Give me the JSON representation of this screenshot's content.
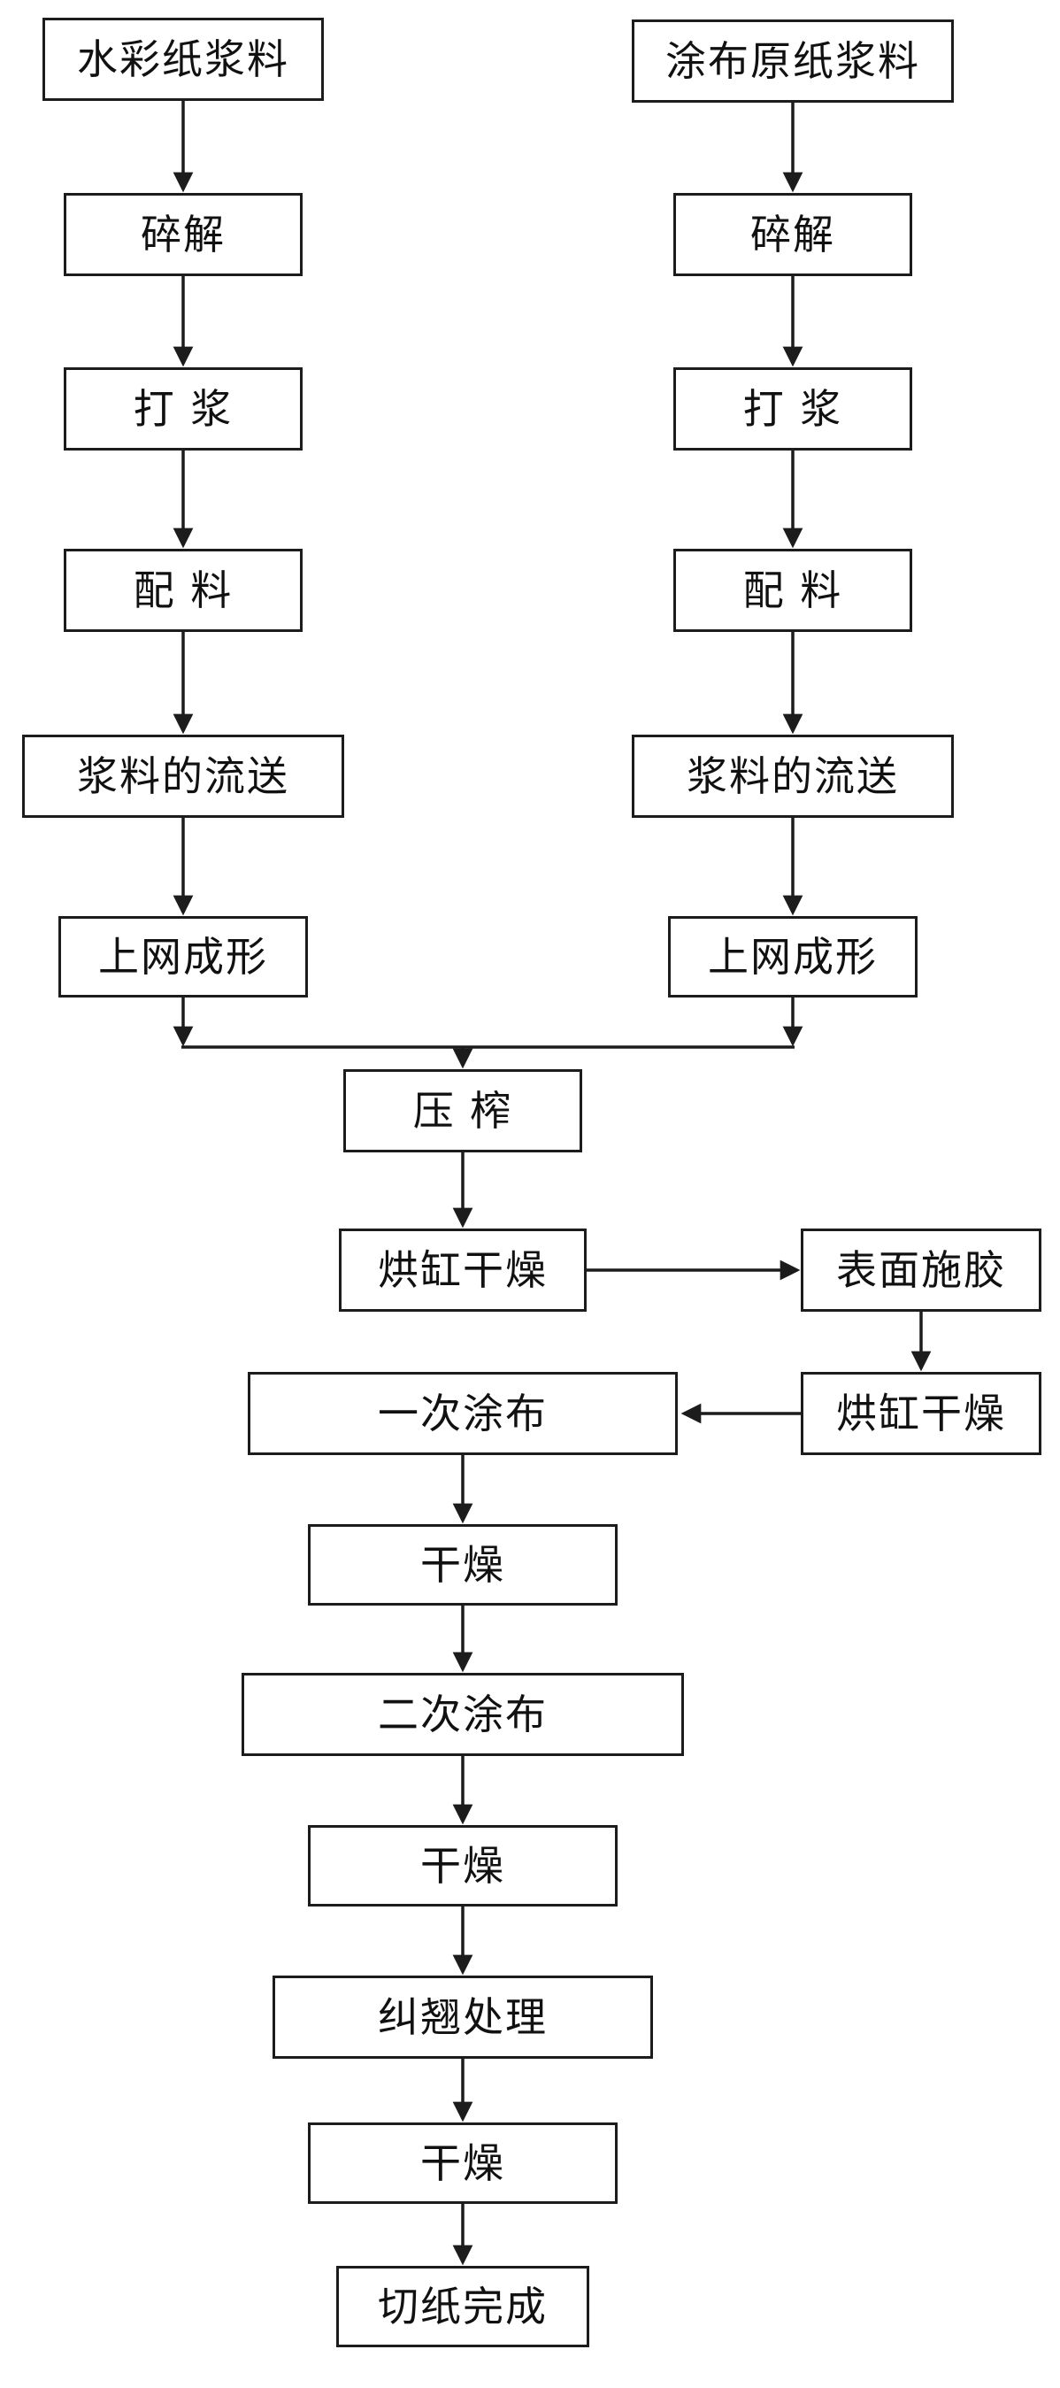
{
  "nodes": {
    "left_source": "水彩纸浆料",
    "right_source": "涂布原纸浆料",
    "left_crush": "碎解",
    "right_crush": "碎解",
    "left_beating": "打 浆",
    "right_beating": "打 浆",
    "left_batching": "配 料",
    "right_batching": "配 料",
    "left_flow": "浆料的流送",
    "right_flow": "浆料的流送",
    "left_forming": "上网成形",
    "right_forming": "上网成形",
    "press": "压 榨",
    "cylinder_drying_1": "烘缸干燥",
    "surface_sizing": "表面施胶",
    "cylinder_drying_2": "烘缸干燥",
    "first_coating": "一次涂布",
    "drying_1": "干燥",
    "second_coating": "二次涂布",
    "drying_2": "干燥",
    "curl_correction": "纠翘处理",
    "drying_3": "干燥",
    "cutting_complete": "切纸完成"
  },
  "edges": [
    {
      "from": "left_source",
      "to": "left_crush"
    },
    {
      "from": "left_crush",
      "to": "left_beating"
    },
    {
      "from": "left_beating",
      "to": "left_batching"
    },
    {
      "from": "left_batching",
      "to": "left_flow"
    },
    {
      "from": "left_flow",
      "to": "left_forming"
    },
    {
      "from": "right_source",
      "to": "right_crush"
    },
    {
      "from": "right_crush",
      "to": "right_beating"
    },
    {
      "from": "right_beating",
      "to": "right_batching"
    },
    {
      "from": "right_batching",
      "to": "right_flow"
    },
    {
      "from": "right_flow",
      "to": "right_forming"
    },
    {
      "from": "left_forming",
      "to": "press"
    },
    {
      "from": "right_forming",
      "to": "press"
    },
    {
      "from": "press",
      "to": "cylinder_drying_1"
    },
    {
      "from": "cylinder_drying_1",
      "to": "surface_sizing"
    },
    {
      "from": "surface_sizing",
      "to": "cylinder_drying_2"
    },
    {
      "from": "cylinder_drying_2",
      "to": "first_coating"
    },
    {
      "from": "first_coating",
      "to": "drying_1"
    },
    {
      "from": "drying_1",
      "to": "second_coating"
    },
    {
      "from": "second_coating",
      "to": "drying_2"
    },
    {
      "from": "drying_2",
      "to": "curl_correction"
    },
    {
      "from": "curl_correction",
      "to": "drying_3"
    },
    {
      "from": "drying_3",
      "to": "cutting_complete"
    }
  ],
  "colors": {
    "background": "#ffffff",
    "line": "#1c1c1c",
    "box_border": "#1c1c1c",
    "text": "#111111"
  }
}
